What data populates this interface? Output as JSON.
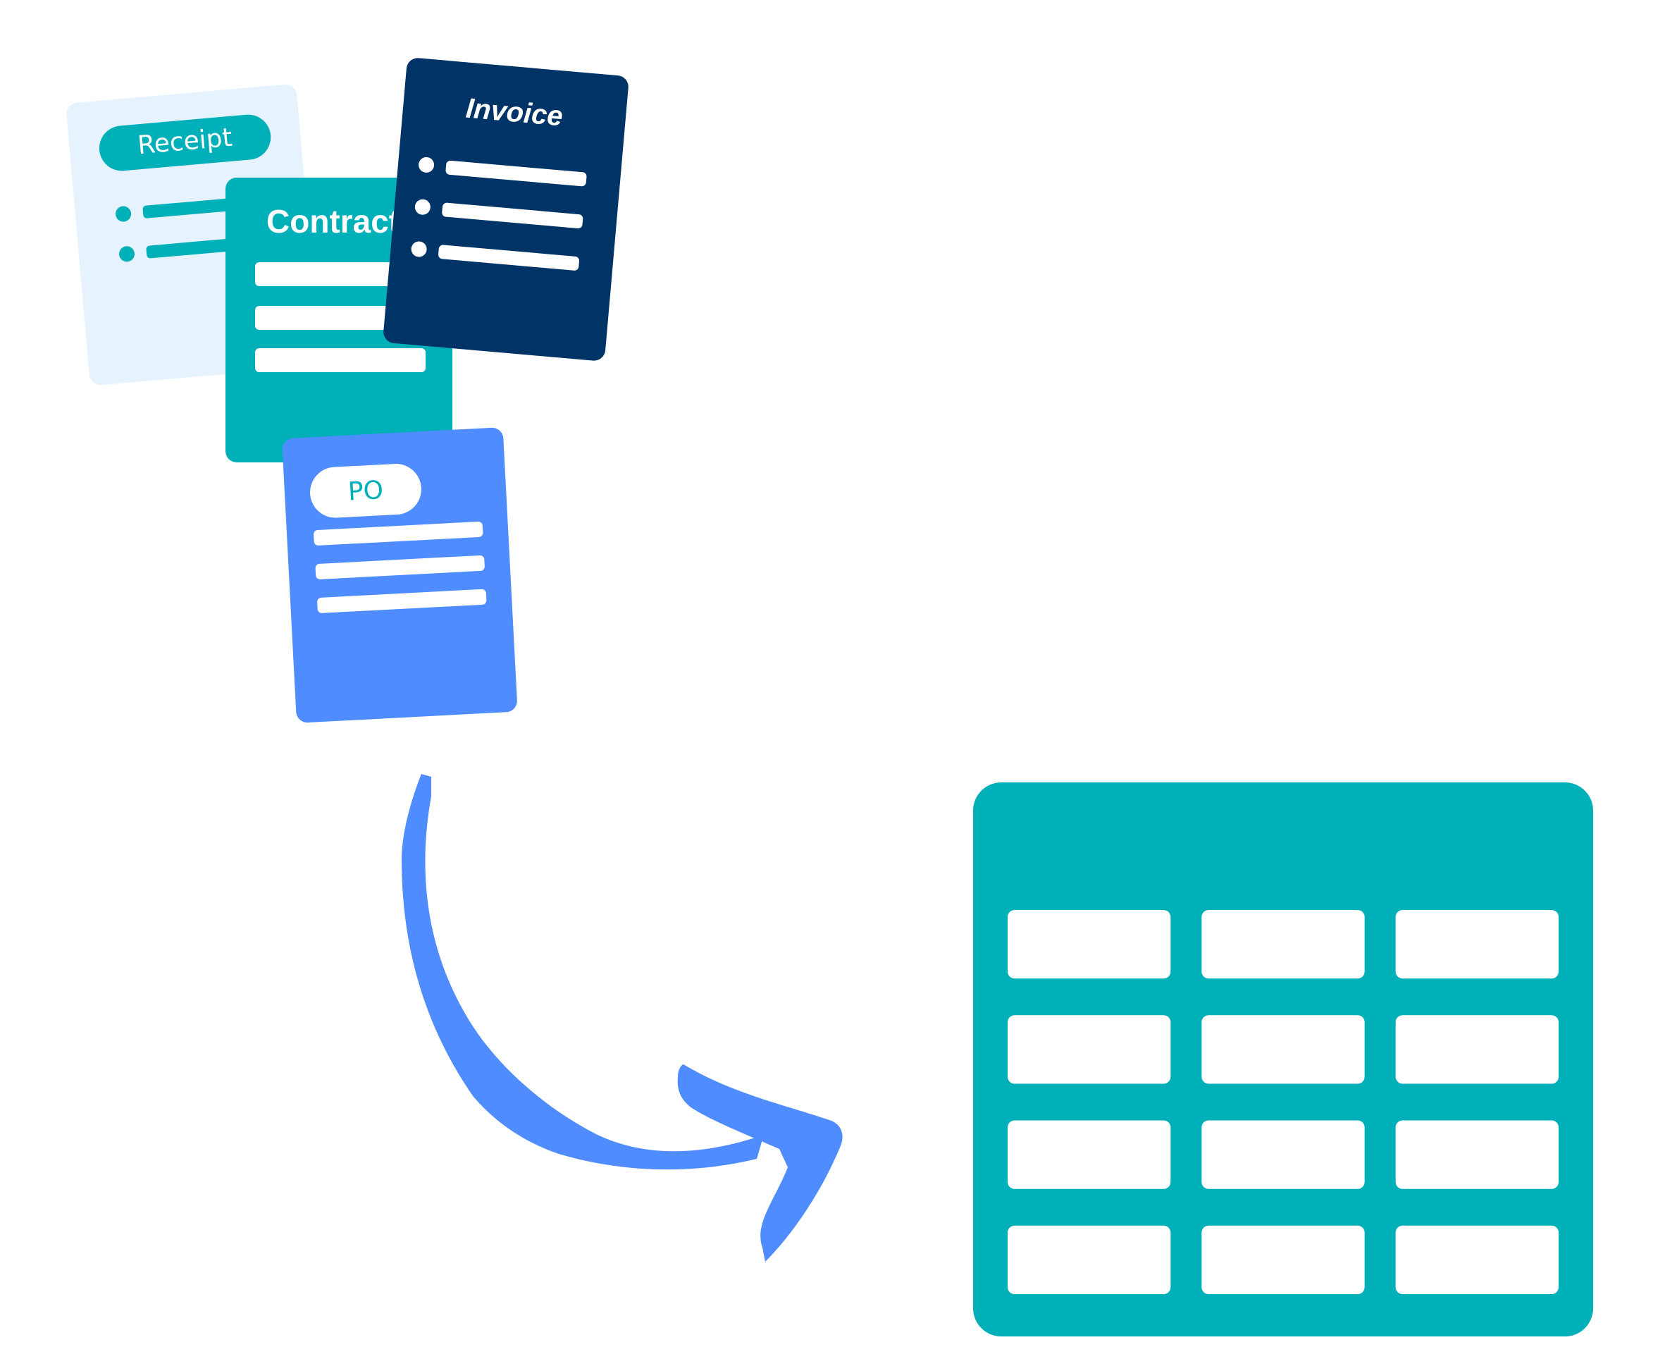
{
  "documents": {
    "receipt": {
      "label": "Receipt"
    },
    "contract": {
      "label": "Contract"
    },
    "invoice": {
      "label": "Invoice"
    },
    "po": {
      "label": "PO"
    }
  },
  "colors": {
    "receipt_card": "#e6f2fe",
    "teal": "#00b0b9",
    "navy": "#003366",
    "blue": "#4e8cff",
    "white": "#ffffff"
  },
  "icons": {
    "arrow": "curved-arrow-icon",
    "table": "table-grid-icon"
  },
  "table": {
    "rows": 4,
    "columns": 3
  }
}
